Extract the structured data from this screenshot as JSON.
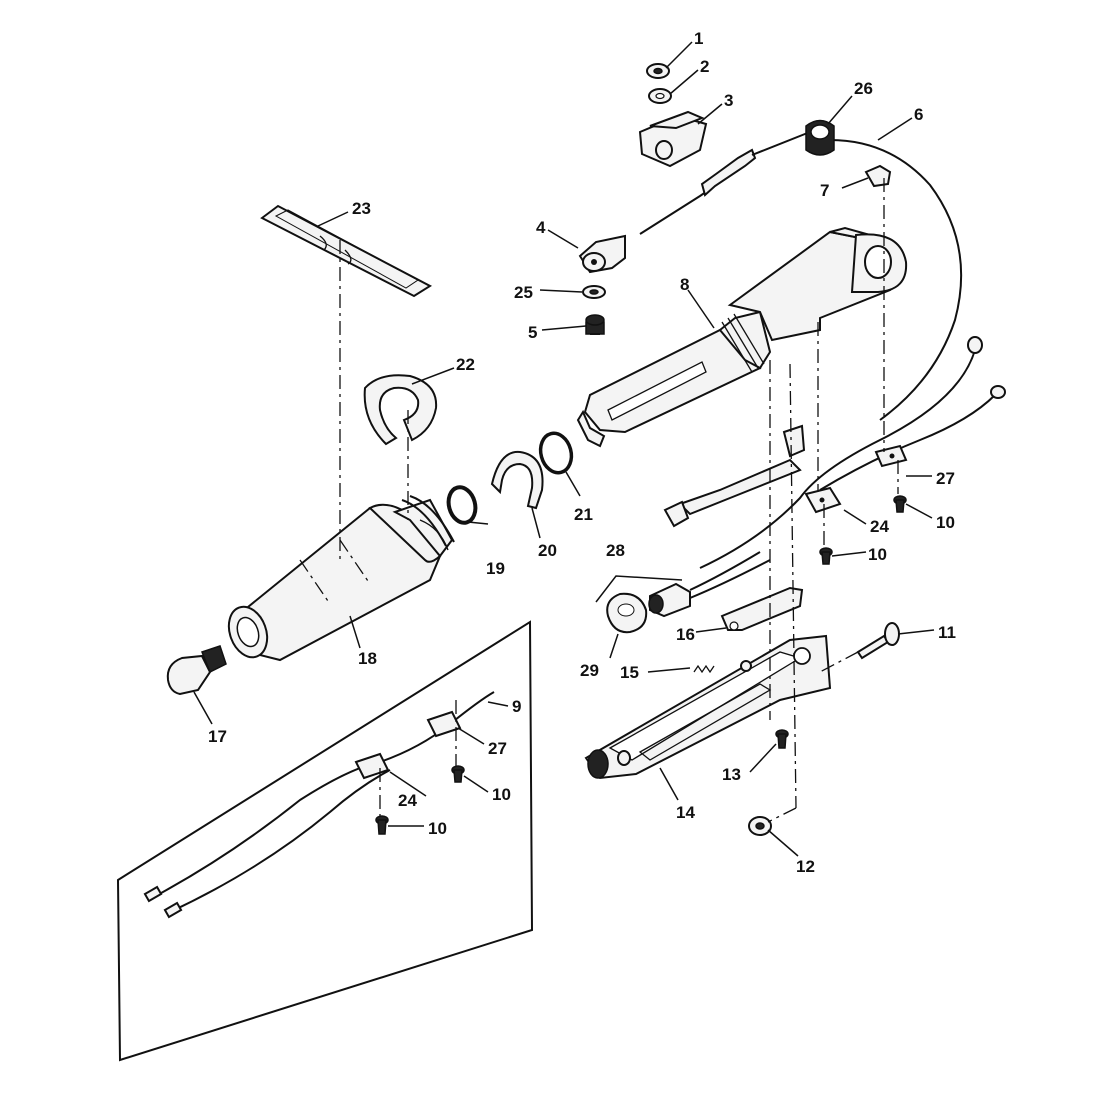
{
  "callouts": {
    "c1": "1",
    "c2": "2",
    "c3": "3",
    "c4": "4",
    "c5": "5",
    "c6": "6",
    "c7": "7",
    "c8": "8",
    "c9": "9",
    "c10a": "10",
    "c10b": "10",
    "c10c": "10",
    "c10d": "10",
    "c11": "11",
    "c12": "12",
    "c13": "13",
    "c14": "14",
    "c15": "15",
    "c16": "16",
    "c17": "17",
    "c18": "18",
    "c19": "19",
    "c20": "20",
    "c21": "21",
    "c22": "22",
    "c23": "23",
    "c24a": "24",
    "c24b": "24",
    "c25": "25",
    "c26": "26",
    "c27a": "27",
    "c27b": "27",
    "c28": "28",
    "c29": "29"
  }
}
